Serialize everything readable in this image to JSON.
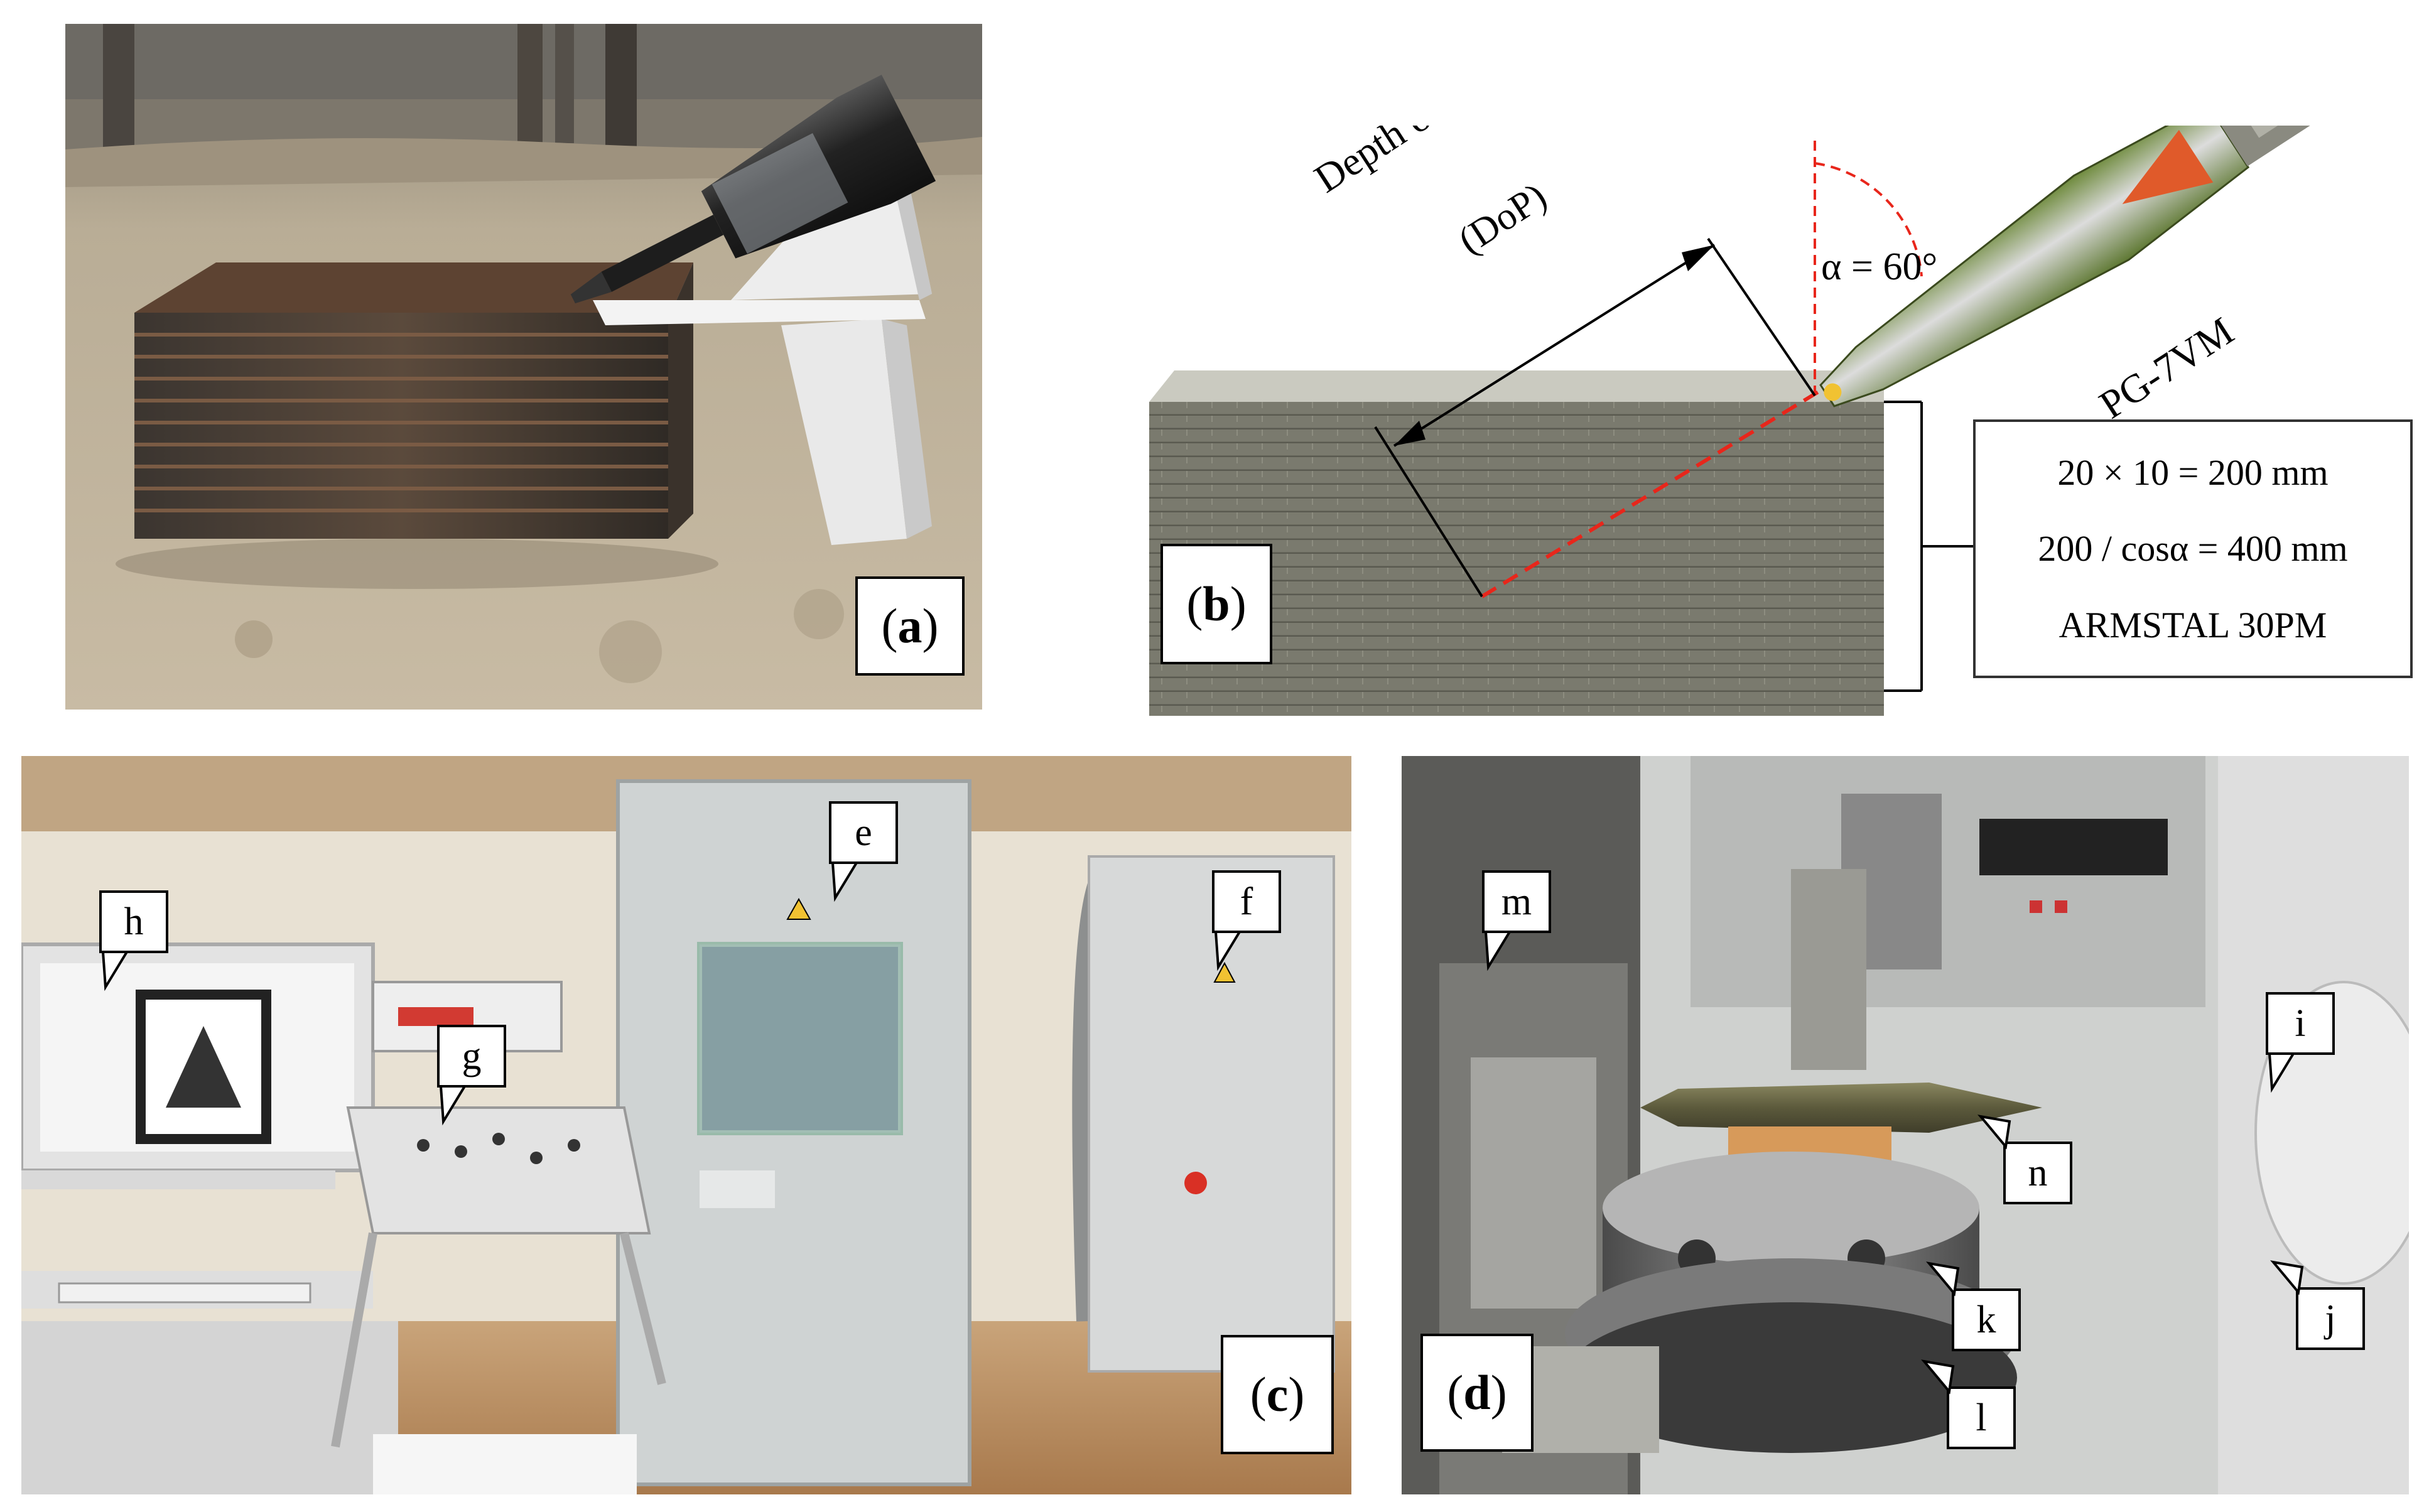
{
  "panels": {
    "a": {
      "label_open": "(",
      "label_letter": "a",
      "label_close": ")"
    },
    "b": {
      "label_open": "(",
      "label_letter": "b",
      "label_close": ")",
      "dop_title": "Depth of penetration",
      "dop_abbr": "(DoP)",
      "angle": "α = 60°",
      "projectile": "PG-7VM",
      "info": [
        "20 × 10 = 200 mm",
        "200 / cosα = 400 mm",
        "ARMSTAL 30PM"
      ]
    },
    "c": {
      "label_open": "(",
      "label_letter": "c",
      "label_close": ")",
      "callouts": {
        "e": "e",
        "f": "f",
        "g": "g",
        "h": "h"
      }
    },
    "d": {
      "label_open": "(",
      "label_letter": "d",
      "label_close": ")",
      "callouts": {
        "i": "i",
        "j": "j",
        "k": "k",
        "l": "l",
        "m": "m",
        "n": "n"
      }
    }
  },
  "colors": {
    "aim_line": "#e8261b",
    "stack": "#6f6f63",
    "sand": "#b9a88f"
  }
}
